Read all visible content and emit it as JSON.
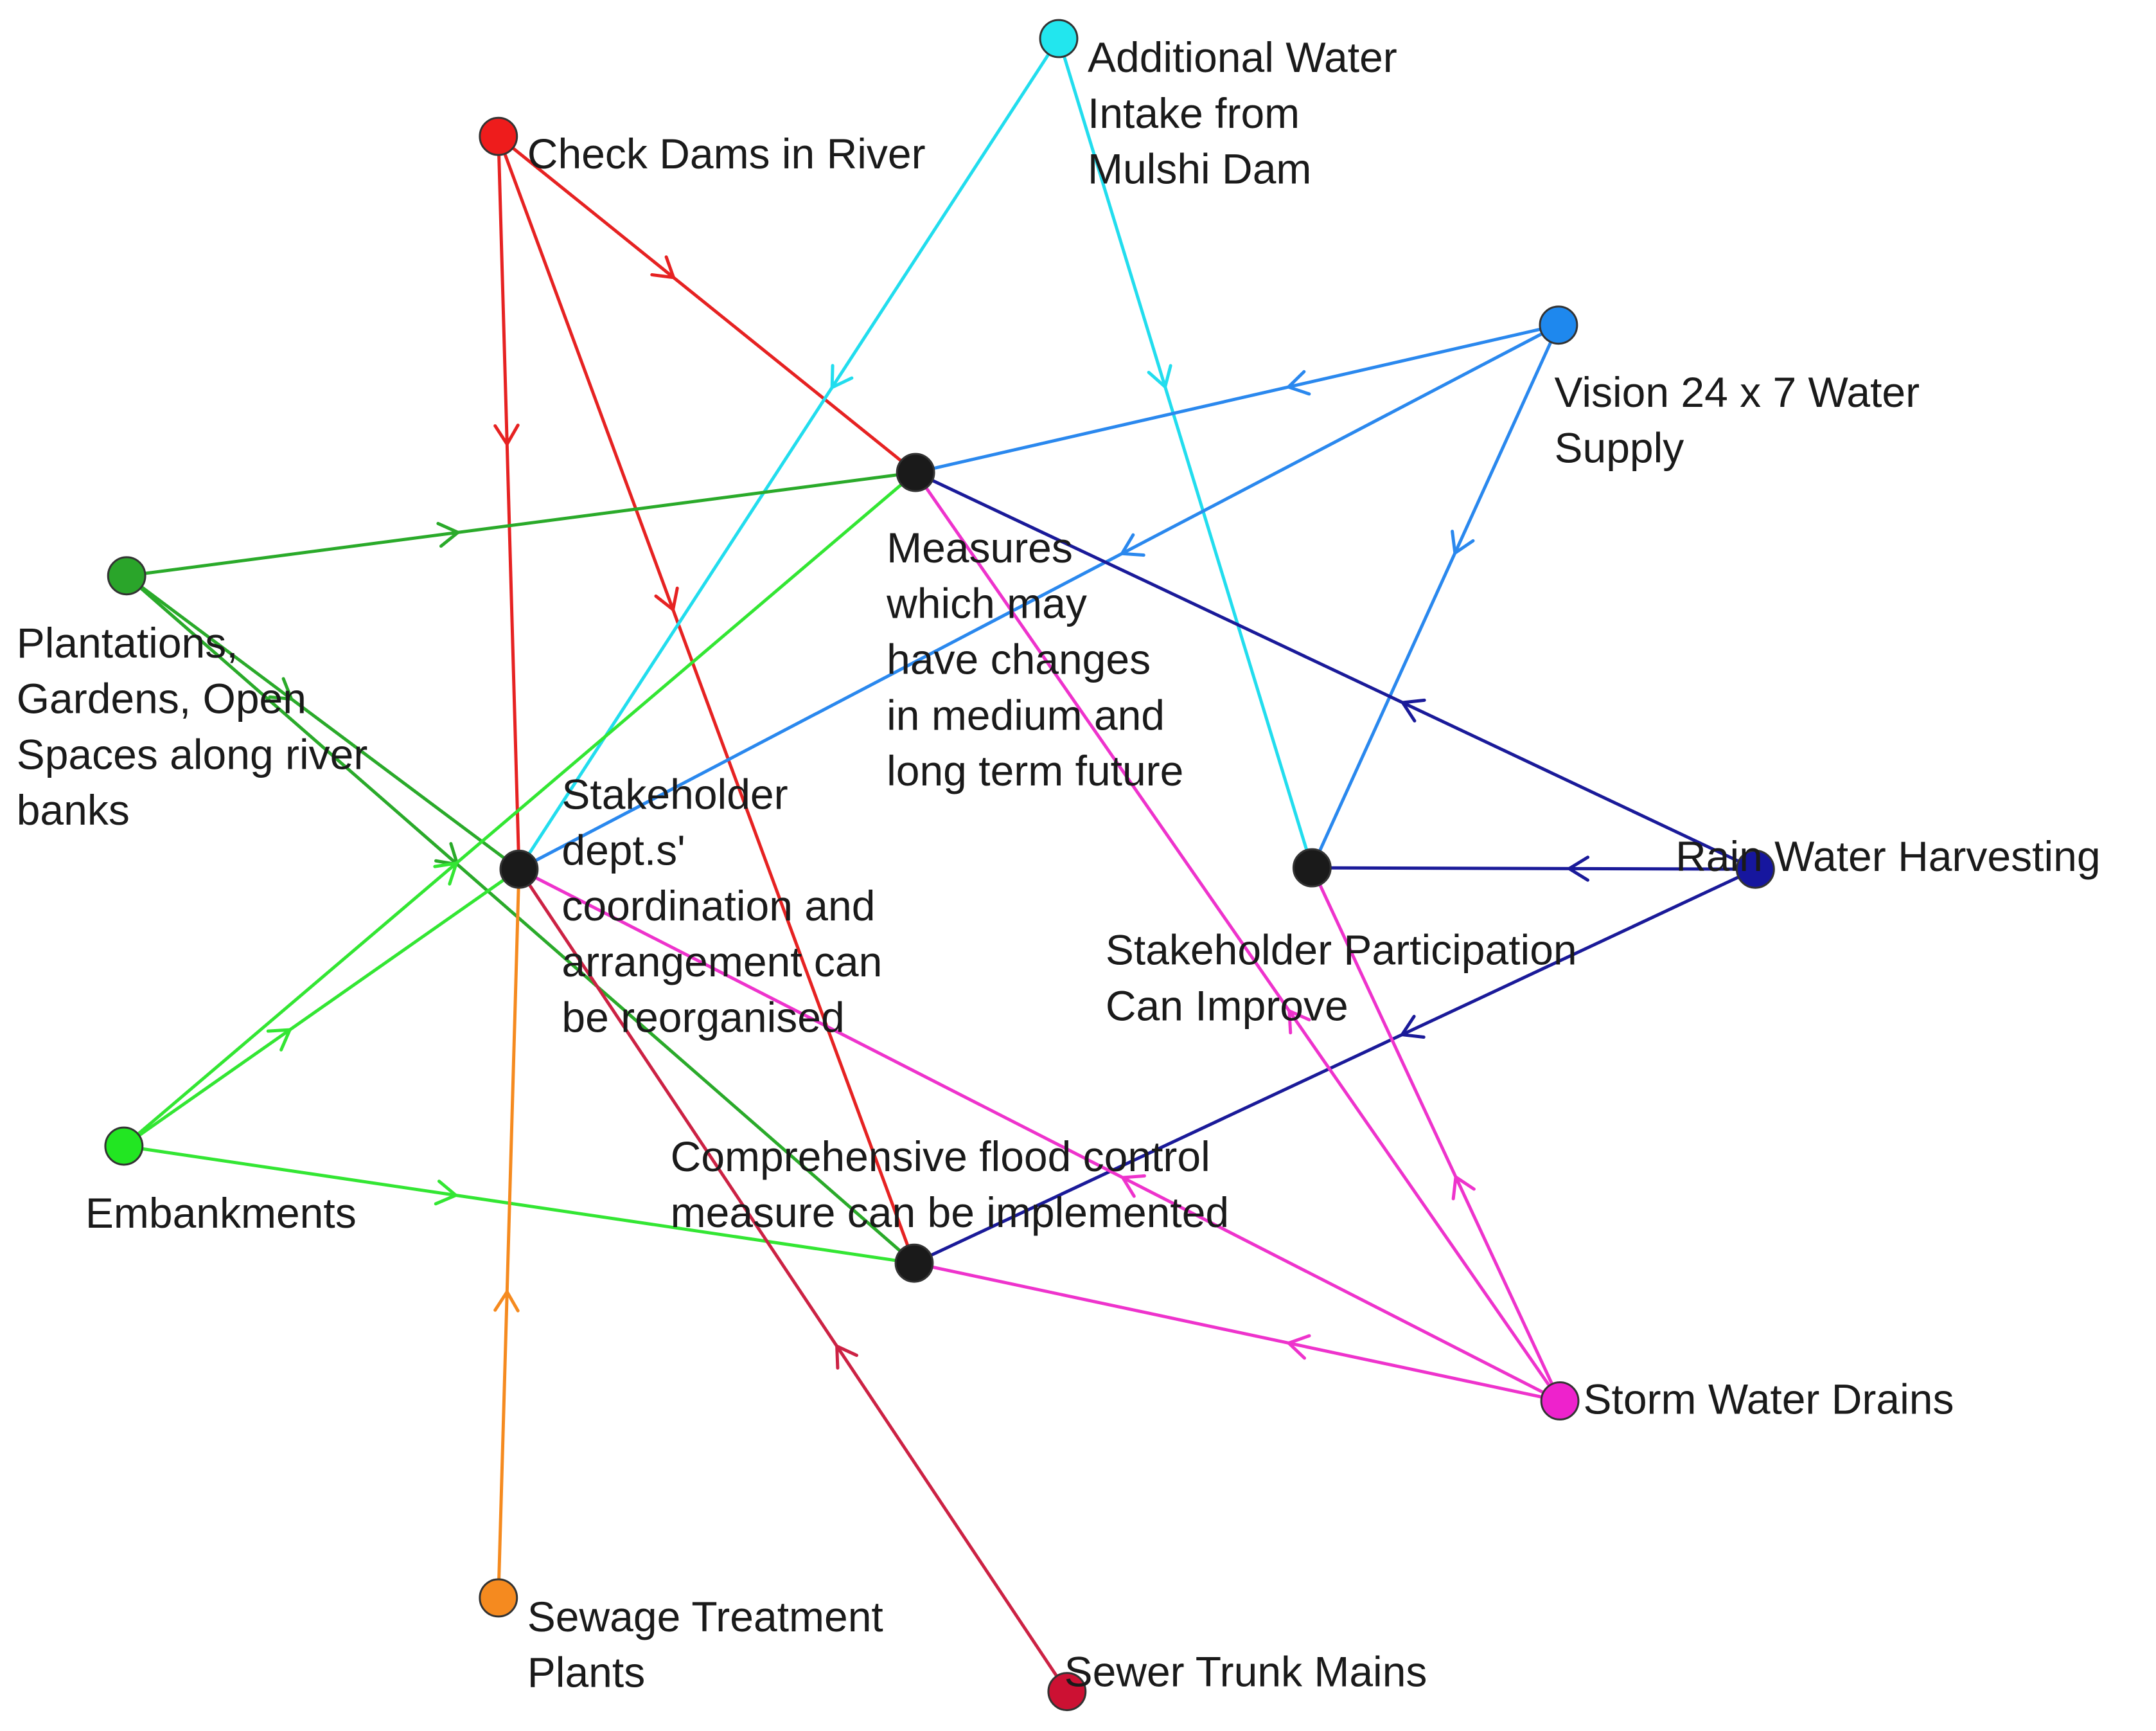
{
  "nodes": [
    {
      "id": "additional",
      "name": "additional-water-node",
      "color": "#22e6ee",
      "label": [
        "Additional Water",
        "Intake from",
        "Mulshi Dam"
      ]
    },
    {
      "id": "checkdams",
      "name": "check-dams-node",
      "color": "#ee1c1c",
      "label": [
        "Check Dams in River"
      ]
    },
    {
      "id": "vision",
      "name": "vision-24x7-node",
      "color": "#1e88ee",
      "label": [
        "Vision 24 x 7 Water",
        "Supply"
      ]
    },
    {
      "id": "measures",
      "name": "measures-node",
      "color": "#1a1a1a",
      "label": [
        "Measures",
        "which may",
        "have changes",
        "in medium and",
        "long term future"
      ]
    },
    {
      "id": "plantations",
      "name": "plantations-node",
      "color": "#2aa52a",
      "label": [
        "Plantations,",
        "Gardens, Open",
        "Spaces along river",
        "banks"
      ]
    },
    {
      "id": "stakeholder",
      "name": "stakeholder-coordination-node",
      "color": "#1a1a1a",
      "label": [
        "Stakeholder",
        "dept.s'",
        "coordination and",
        "arrangement can",
        "be reorganised"
      ]
    },
    {
      "id": "participation",
      "name": "stakeholder-participation-node",
      "color": "#1a1a1a",
      "label": [
        "Stakeholder Participation",
        "Can Improve"
      ]
    },
    {
      "id": "rainwater",
      "name": "rain-water-harvesting-node",
      "color": "#16169e",
      "label": [
        "Rain Water Harvesting"
      ]
    },
    {
      "id": "embankments",
      "name": "embankments-node",
      "color": "#22e622",
      "label": [
        "Embankments"
      ]
    },
    {
      "id": "flood",
      "name": "flood-control-node",
      "color": "#1a1a1a",
      "label": [
        "Comprehensive flood control",
        "measure can be implemented"
      ]
    },
    {
      "id": "storm",
      "name": "storm-water-drains-node",
      "color": "#ee22cc",
      "label": [
        "Storm Water Drains"
      ]
    },
    {
      "id": "sewage",
      "name": "sewage-treatment-node",
      "color": "#f58a1f",
      "label": [
        "Sewage Treatment",
        "Plants"
      ]
    },
    {
      "id": "sewer",
      "name": "sewer-trunk-mains-node",
      "color": "#cc1133",
      "label": [
        "Sewer Trunk Mains"
      ]
    }
  ],
  "edges": [
    {
      "from": "checkdams",
      "to": "measures",
      "color": "#e62222"
    },
    {
      "from": "checkdams",
      "to": "stakeholder",
      "color": "#e62222"
    },
    {
      "from": "checkdams",
      "to": "flood",
      "color": "#e62222"
    },
    {
      "from": "additional",
      "to": "stakeholder",
      "color": "#22ddee"
    },
    {
      "from": "additional",
      "to": "participation",
      "color": "#22ddee"
    },
    {
      "from": "vision",
      "to": "measures",
      "color": "#2a88ee"
    },
    {
      "from": "vision",
      "to": "stakeholder",
      "color": "#2a88ee"
    },
    {
      "from": "vision",
      "to": "participation",
      "color": "#2a88ee"
    },
    {
      "from": "plantations",
      "to": "measures",
      "color": "#2aaa2a"
    },
    {
      "from": "plantations",
      "to": "stakeholder",
      "color": "#2aaa2a"
    },
    {
      "from": "plantations",
      "to": "flood",
      "color": "#2aaa2a"
    },
    {
      "from": "embankments",
      "to": "measures",
      "color": "#33e633"
    },
    {
      "from": "embankments",
      "to": "stakeholder",
      "color": "#33e633"
    },
    {
      "from": "embankments",
      "to": "flood",
      "color": "#33e633"
    },
    {
      "from": "rainwater",
      "to": "measures",
      "color": "#1a1a99"
    },
    {
      "from": "rainwater",
      "to": "participation",
      "color": "#1a1a99"
    },
    {
      "from": "rainwater",
      "to": "flood",
      "color": "#1a1a99"
    },
    {
      "from": "storm",
      "to": "measures",
      "color": "#ee33cc"
    },
    {
      "from": "storm",
      "to": "participation",
      "color": "#ee33cc"
    },
    {
      "from": "storm",
      "to": "stakeholder",
      "color": "#ee33cc"
    },
    {
      "from": "storm",
      "to": "flood",
      "color": "#ee33cc"
    },
    {
      "from": "sewage",
      "to": "stakeholder",
      "color": "#f58a1f"
    },
    {
      "from": "sewer",
      "to": "stakeholder",
      "color": "#cc2244"
    }
  ]
}
